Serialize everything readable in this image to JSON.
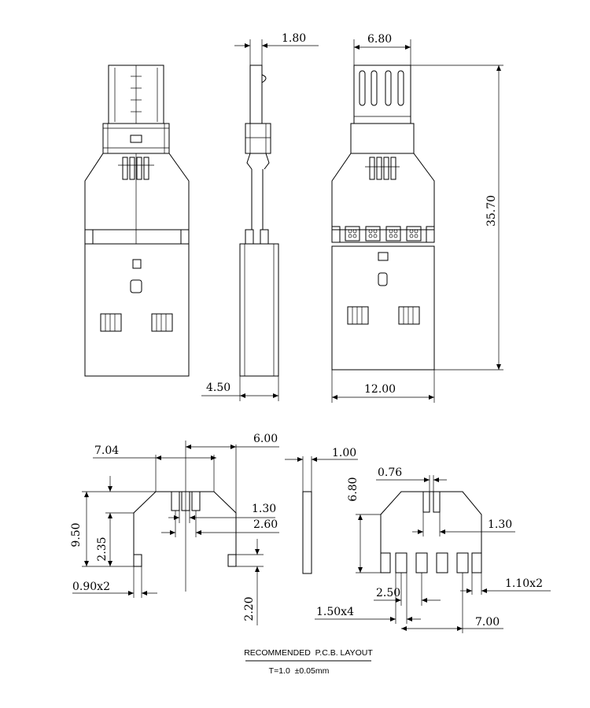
{
  "dimensions": {
    "front_side_plug_thickness": "1.80",
    "front_side_base_thickness": "4.50",
    "back_micro_width": "6.80",
    "back_usb_width": "12.00",
    "overall_length": "35.70",
    "pcb_a_offset": "7.04",
    "pcb_a_pitch": "6.00",
    "pcb_a_pin_width": "1.30",
    "pcb_a_pin_pitch": "2.60",
    "pcb_a_height": "9.50",
    "pcb_a_pad_depth": "2.35",
    "pcb_a_slot_width": "0.90x2",
    "pcb_a_slot_length": "2.20",
    "pcb_thickness": "1.00",
    "pcb_b_slot_gap": "0.76",
    "pcb_b_height": "6.80",
    "pcb_b_slot_width": "1.30",
    "pcb_b_pad_width": "1.10x2",
    "pcb_b_pad_pitch": "2.50",
    "pcb_b_pad_length": "1.50x4",
    "pcb_b_total_width": "7.00"
  },
  "caption": {
    "title": "RECOMMENDED  P.C.B. LAYOUT",
    "tolerance": "T=1.0  ±0.05mm"
  }
}
